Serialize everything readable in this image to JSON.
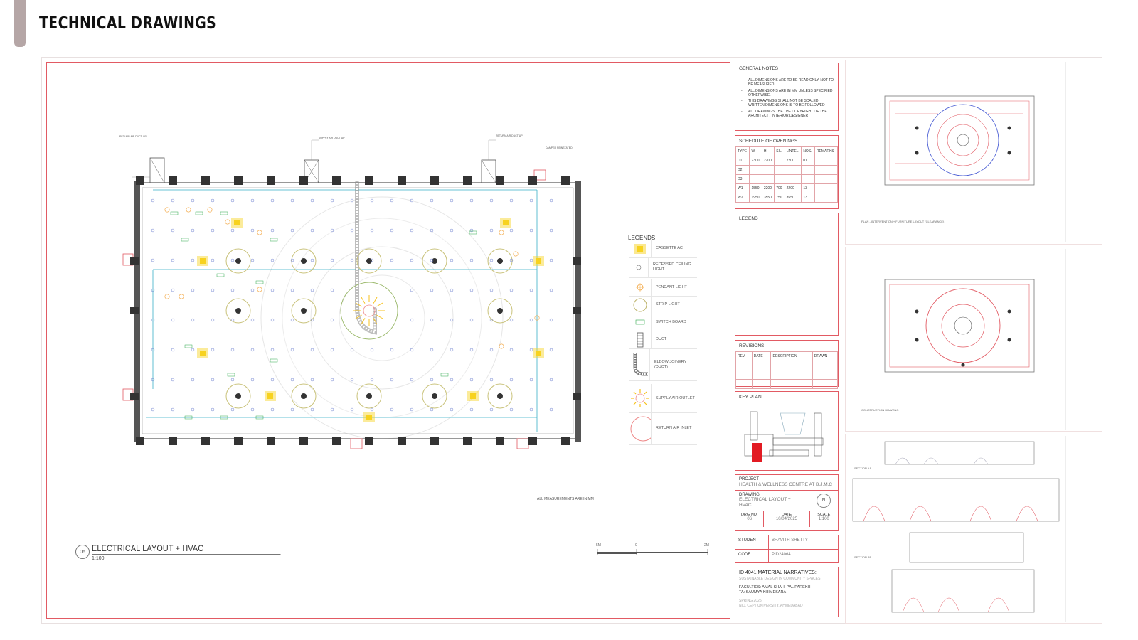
{
  "page": {
    "title": "TECHNICAL DRAWINGS"
  },
  "drawing": {
    "number": "06",
    "title": "ELECTRICAL LAYOUT + HVAC",
    "scale": "1:100",
    "measurement_note": "ALL MEASUREMENTS ARE IN MM",
    "scalebar": {
      "left": "5M",
      "mid": "0",
      "right": "2M"
    },
    "plan_labels": {
      "return_duct": "RETURN AIR DUCT UP",
      "supply_duct": "SUPPLY AIR DUCT UP",
      "return_duct_2": "RETURN AIR DUCT UP",
      "damper": "DAMPER REINSTATED"
    }
  },
  "legend": {
    "title": "LEGENDS",
    "items": [
      {
        "label": "CASSETTE AC",
        "icon": "cassette-ac-icon"
      },
      {
        "label": "RECESSED CEILING LIGHT",
        "icon": "recessed-light-icon"
      },
      {
        "label": "PENDANT LIGHT",
        "icon": "pendant-light-icon"
      },
      {
        "label": "STRIP LIGHT",
        "icon": "strip-light-icon"
      },
      {
        "label": "SWITCH BOARD",
        "icon": "switch-board-icon"
      },
      {
        "label": "DUCT",
        "icon": "duct-icon"
      },
      {
        "label": "ELBOW JOINERY (DUCT)",
        "icon": "elbow-duct-icon"
      },
      {
        "label": "SUPPLY AIR OUTLET",
        "icon": "supply-air-icon"
      },
      {
        "label": "RETURN AIR INLET",
        "icon": "return-air-icon"
      }
    ]
  },
  "title_block": {
    "general_notes": {
      "heading": "GENERAL NOTES",
      "items": [
        "ALL DIMENSIONS ARE TO BE READ ONLY, NOT TO BE MEASURED",
        "ALL DIMENSIONS ARE IN MM UNLESS SPECIFIED OTHERWISE.",
        "THIS DRAWINGS SHALL NOT BE SCALED, WRITTEN DIMENSIONS IS TO BE FOLLOWED",
        "ALL DRAWINGS THE THE COPYRIGHT OF THE ARCHITECT / INTERIOR DESIGNER"
      ]
    },
    "openings": {
      "heading": "SCHEDULE OF OPENINGS",
      "columns": [
        "TYPE",
        "W",
        "H",
        "SIL",
        "LINTEL",
        "NOS.",
        "REMARKS"
      ],
      "rows": [
        [
          "D1",
          "2300",
          "2200",
          "",
          "2200",
          "01",
          ""
        ],
        [
          "D2",
          "",
          "",
          "",
          "",
          "",
          ""
        ],
        [
          "D3",
          "",
          "",
          "",
          "",
          "",
          ""
        ],
        [
          "W1",
          "1550",
          "2200",
          "700",
          "2200",
          "13",
          ""
        ],
        [
          "W2",
          "1950",
          "3550",
          "750",
          "3550",
          "13",
          ""
        ]
      ]
    },
    "legend_heading": "LEGEND",
    "revisions": {
      "heading": "REVISIONS",
      "columns": [
        "REV",
        "DATE",
        "DESCRIPTION",
        "DRAWN"
      ]
    },
    "key_plan": {
      "heading": "KEY PLAN"
    },
    "project": {
      "label": "PROJECT",
      "value": "HEALTH & WELLNESS CENTRE AT B.J.M.C"
    },
    "drawing_info": {
      "label": "DRAWING",
      "value_line1": "ELECTRICAL LAYOUT +",
      "value_line2": "HVAC",
      "north": "N"
    },
    "meta": {
      "drg_label": "DRG NO.",
      "drg_value": "06",
      "date_label": "DATE",
      "date_value": "10/04/2025",
      "scale_label": "SCALE",
      "scale_value": "1:100"
    },
    "student": {
      "label": "STUDENT",
      "value": "BHAVITH SHETTY"
    },
    "code": {
      "label": "CODE",
      "value": "PID24064"
    },
    "course": {
      "title": "ID 4041 MATERIAL NARRATIVES:",
      "subtitle": "SUSTAINABLE DESIGN IN COMMUNITY SPACES",
      "faculties": "FACULTIES: AMAL SHAH, PAL PAREKH",
      "ta": "TA: SAUMYA KHIMESARA",
      "term": "SPRING 2025",
      "institute": "NID, CEPT UNIVERSITY, AHMEDABAD"
    }
  },
  "thumbnails": [
    {
      "caption": "PLAN - INTERVENTION + FURNITURE LAYOUT (CLEARANCE)"
    },
    {
      "caption": "CONSTRUCTION DRAWING"
    },
    {
      "caption_a": "SECTION AA",
      "caption_b": "SECTION BB"
    }
  ],
  "colors": {
    "accent": "#e25a63",
    "tab": "#b5a6a6",
    "ac_yellow": "#f7d21f",
    "duct_blue": "#3ab0c8",
    "switch_green": "#2fa84a"
  }
}
